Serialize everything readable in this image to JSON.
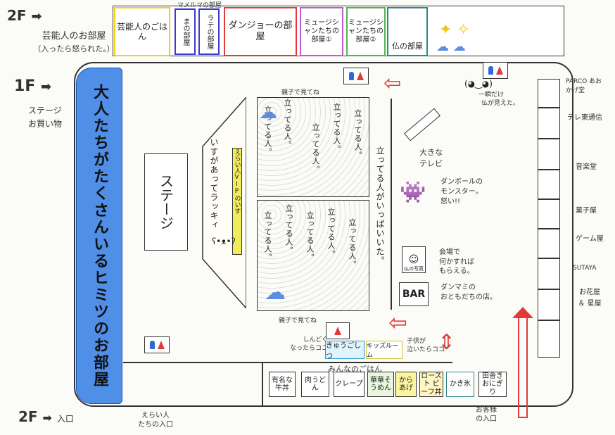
{
  "floor2": {
    "label": "2F",
    "note_line1": "芸能人のお部屋",
    "note_line2": "（入ったら怒られた。）",
    "rooms": [
      {
        "label": "芸能人のごはん",
        "color": "#f0d020"
      },
      {
        "label": "まの部屋",
        "color": "#3b3bd0"
      },
      {
        "label": "ダンジョーの部屋",
        "color": "#e23a3a"
      },
      {
        "label": "ミュージシャンたちの部屋①",
        "color": "#c05ad0"
      },
      {
        "label": "ミュージシャンたちの部屋②",
        "color": "#4cb84c"
      },
      {
        "label": "仏の部屋",
        "color": "#2a8a8a"
      }
    ],
    "small_label": "マメルマの部屋",
    "tate_room": "ラテの部屋"
  },
  "floor1": {
    "label": "1F",
    "note_line1": "ステージ",
    "note_line2": "お買い物"
  },
  "floor2_entrance": {
    "label": "2F",
    "text": "入口"
  },
  "secret_room": "大人たちがたくさんいるヒミツのお部屋",
  "stage": "ステージ",
  "seats_label": "いすがあってラッキィ",
  "vip_seats": "えらい人VIPのいす",
  "crowd_text": "立ってる人。",
  "crowd_full": "立ってる人がいっぱいいた。",
  "binoculars_top": "親子で見てね",
  "binoculars_bottom": "親子で見てね",
  "tv": {
    "label": "大きなテレビ"
  },
  "monster": {
    "label_line1": "ダンボールの",
    "label_line2": "モンスター。",
    "label_line3": "怒い!!"
  },
  "buddha_note": {
    "top": "一瞬だけ",
    "bottom": "仏が見えた。"
  },
  "photo": {
    "caption": "仏の写真",
    "note_line1": "会場で",
    "note_line2": "何かすれば",
    "note_line3": "もらえる。"
  },
  "bar": {
    "label": "BAR",
    "note_line1": "ダンマミの",
    "note_line2": "おともだちの店。"
  },
  "first_aid": {
    "label": "きゅうごしつ",
    "note_line1": "しんどく",
    "note_line2": "なったらココ"
  },
  "kids_room": {
    "label": "キッズルーム",
    "note_line1": "子供が",
    "note_line2": "泣いたらココ"
  },
  "food_title": "みんなのごはん",
  "food": [
    "有名な牛丼",
    "肉うどん",
    "クレープ",
    "華華そうめん",
    "からあげ",
    "ロースト ビーフ丼",
    "かき氷",
    "田舎きおにぎり"
  ],
  "shops": [
    "PARCO あおかげ堂",
    "テレ東通信",
    "音楽堂",
    "菓子屋",
    "ゲーム屋",
    "SUTAYA",
    "お花屋 ＆ 星屋"
  ],
  "vip_entrance": {
    "line1": "えらい人",
    "line2": "たちの入口"
  },
  "guest_entrance": {
    "line1": "お客様",
    "line2": "の入口"
  }
}
